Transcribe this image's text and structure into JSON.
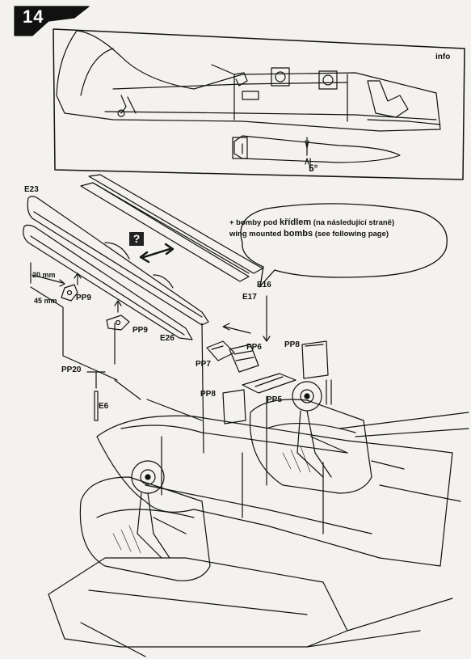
{
  "step_number": "14",
  "info_label": "info",
  "angle_label": "5°",
  "help_glyph": "?",
  "note": {
    "line1_prefix": "+ bomby pod ",
    "line1_em": "křídlem",
    "line1_suffix": " (na následující straně)",
    "line2_prefix": "wing mounted ",
    "line2_em": "bombs",
    "line2_suffix": " (see following page)"
  },
  "parts": {
    "e23": "E23",
    "e16": "E16",
    "e17": "E17",
    "e26": "E26",
    "pp9a": "PP9",
    "pp9b": "PP9",
    "pp6": "PP6",
    "pp7": "PP7",
    "pp8a": "PP8",
    "pp8b": "PP8",
    "pp5": "PP5",
    "pp20": "PP20",
    "e6": "E6"
  },
  "dims": {
    "d20": "20 mm",
    "d45": "45 mm"
  }
}
